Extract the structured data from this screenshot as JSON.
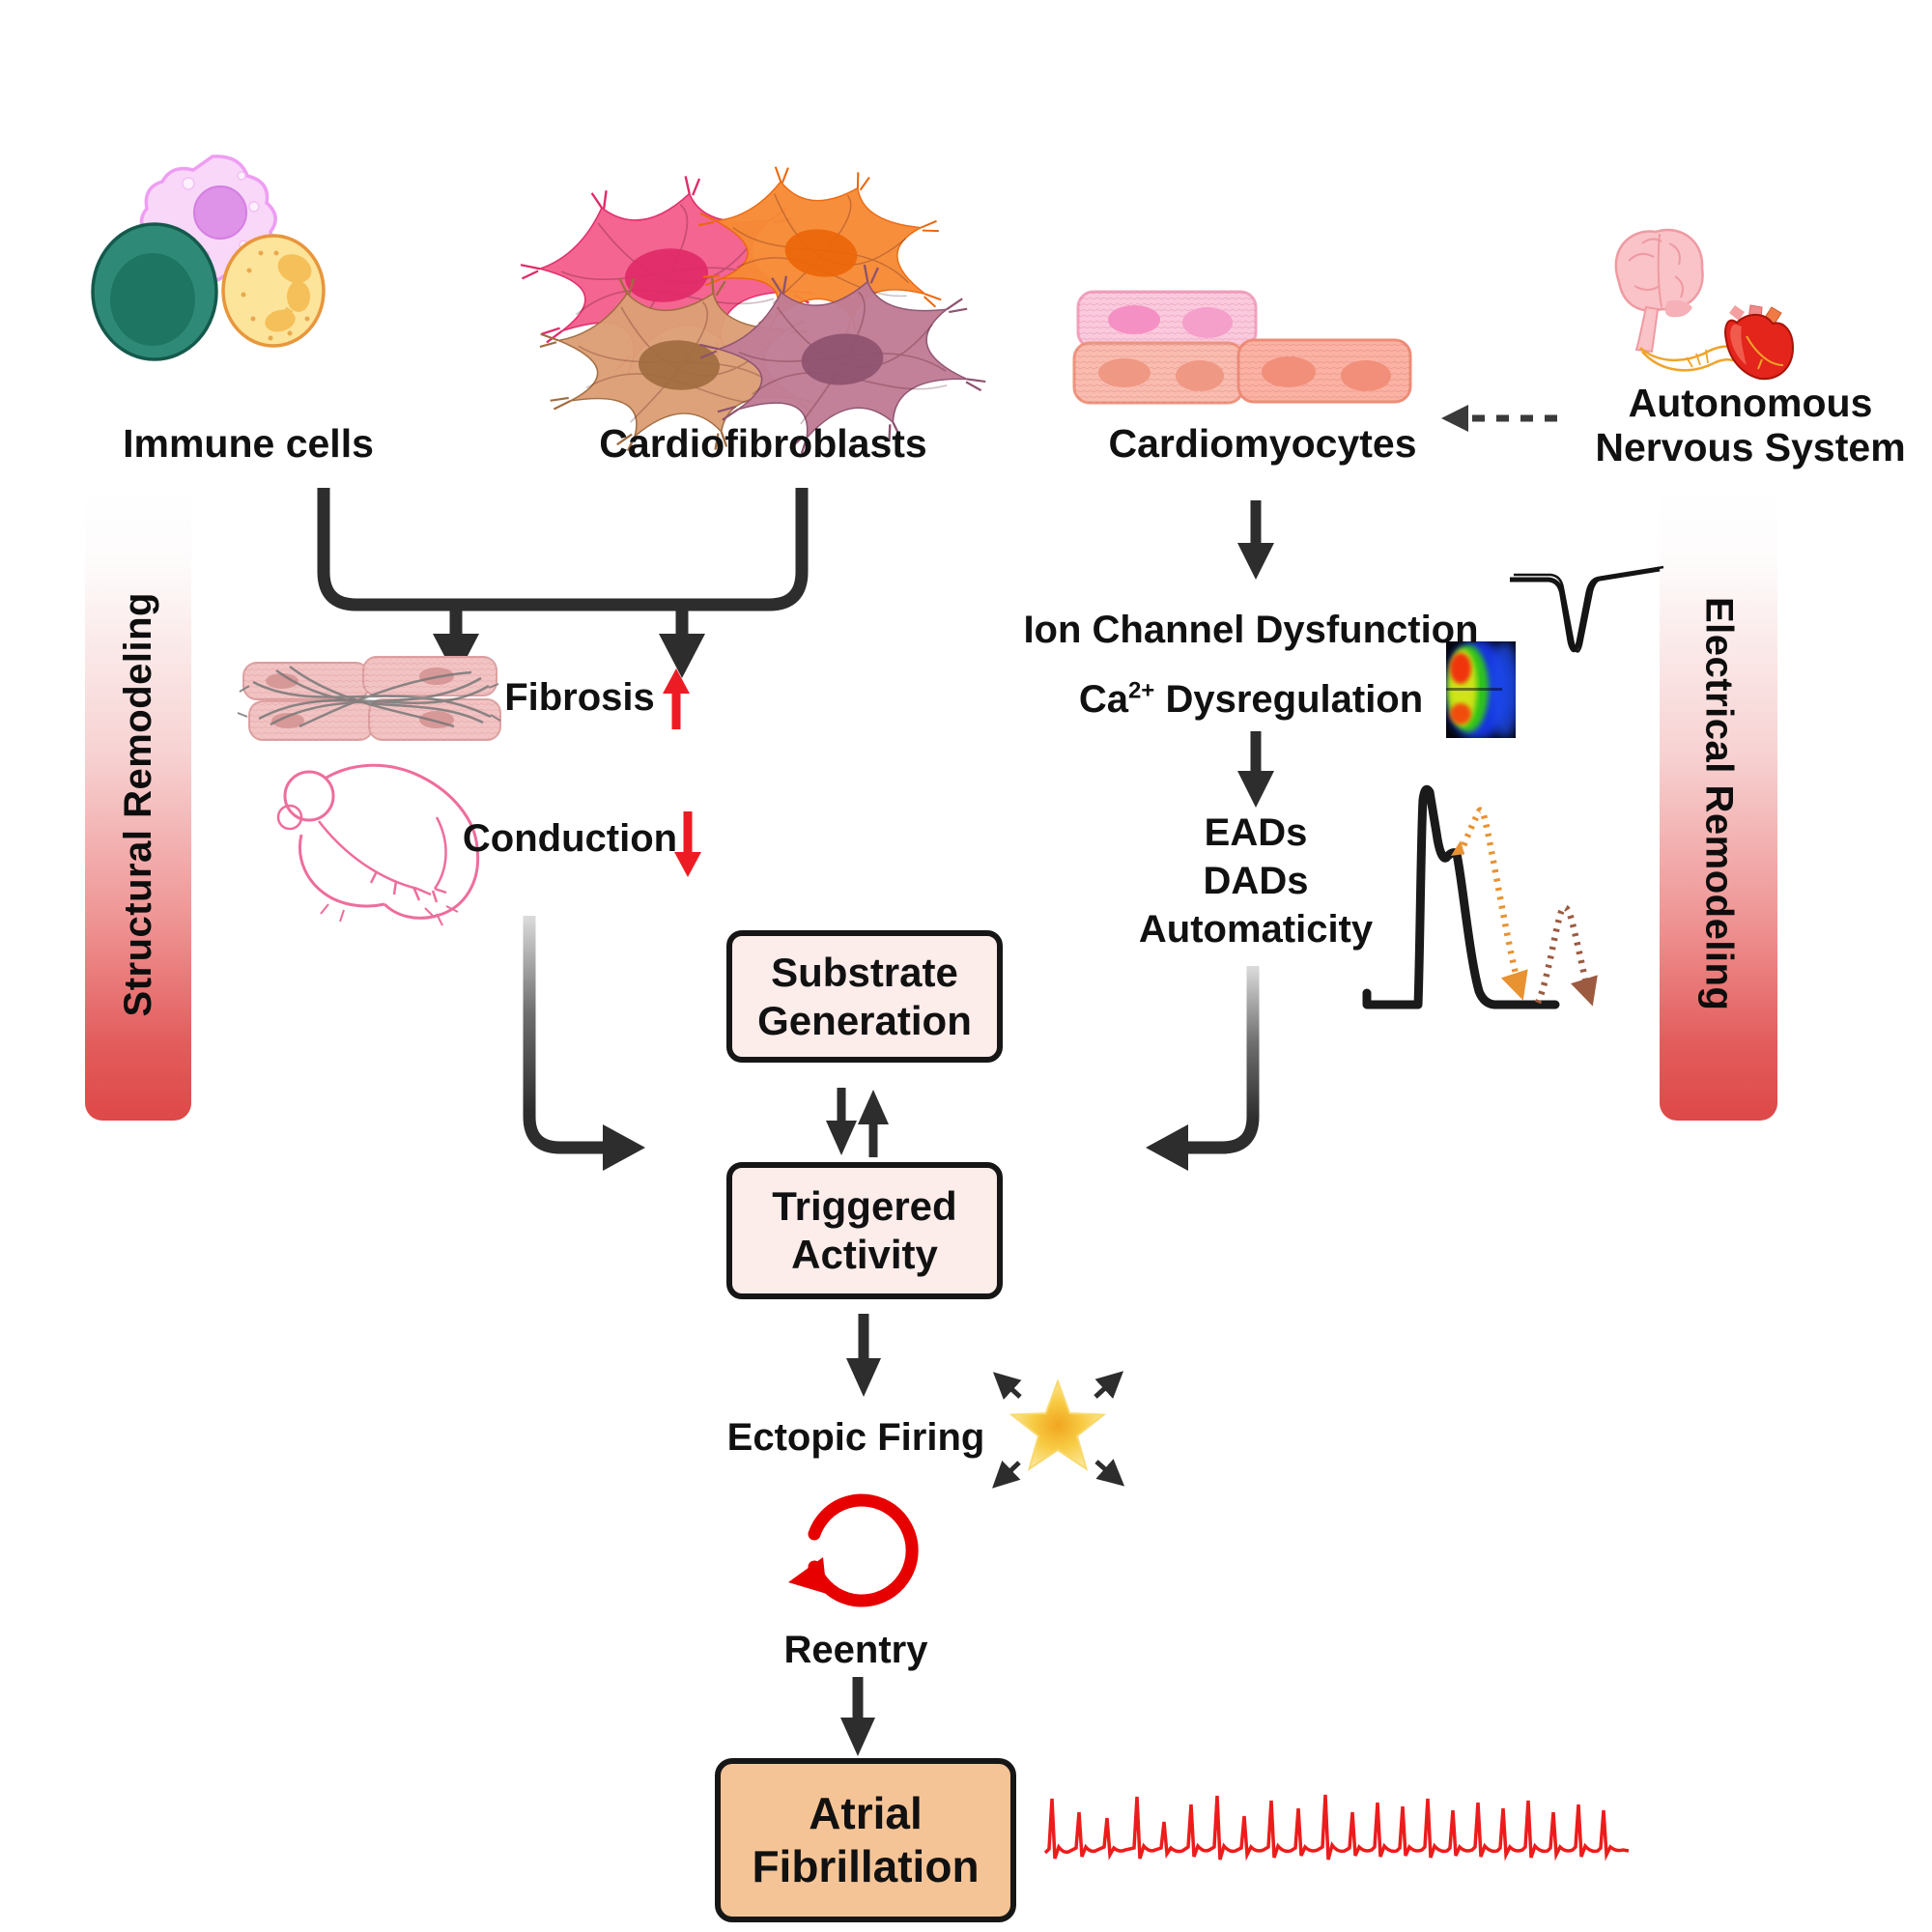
{
  "title": "Atrial fibrillation mechanisms diagram",
  "top_row": {
    "immune_cells_label": "Immune cells",
    "cardiofibroblasts_label": "Cardiofibroblasts",
    "cardiomyocytes_label": "Cardiomyocytes",
    "ans_label_line1": "Autonomous",
    "ans_label_line2": "Nervous System"
  },
  "side_bars": {
    "left_label": "Structural Remodeling",
    "right_label": "Electrical Remodeling"
  },
  "structural_pathway": {
    "fibrosis_label": "Fibrosis",
    "fibrosis_direction": "increase",
    "conduction_label": "Conduction",
    "conduction_direction": "decrease"
  },
  "electrical_pathway": {
    "ion_channel_label": "Ion Channel Dysfunction",
    "ca_prefix": "Ca",
    "ca_sup": "2+",
    "ca_rest": " Dysregulation",
    "ead_label": "EADs",
    "dad_label": "DADs",
    "automaticity_label": "Automaticity"
  },
  "central_flow": {
    "substrate_line1": "Substrate",
    "substrate_line2": "Generation",
    "triggered_line1": "Triggered",
    "triggered_line2": "Activity",
    "ectopic_label": "Ectopic Firing",
    "reentry_label": "Reentry",
    "af_line1": "Atrial",
    "af_line2": "Fibrillation"
  },
  "colors": {
    "accent_red": "#ed1c24",
    "remodeling_bar_red": "#de4848",
    "node_fill": "#fcecea",
    "af_fill": "#f5c496",
    "reentry_red": "#e60000",
    "ecg_red": "#ed1c1c",
    "arrow_dark": "#2d2d2d",
    "ead_orange": "#e89232",
    "dad_brown": "#9c5b40",
    "star_yellow": "#f6c437",
    "text": "#111111"
  },
  "icons": [
    "macrophage-icon",
    "lymphocyte-icon",
    "neutrophil-icon",
    "cardiofibroblast-cells-icon",
    "cardiomyocyte-cells-icon",
    "brain-icon",
    "heart-icon",
    "vagus-nerve-icon",
    "fibrosis-tissue-icon",
    "conduction-heart-sketch-icon",
    "ion-current-trace-icon",
    "calcium-heatmap-icon",
    "action-potential-trace-icon",
    "ead-trace-icon",
    "dad-trace-icon",
    "ectopic-star-icon",
    "reentry-loop-icon",
    "ecg-trace-icon",
    "fibrosis-up-arrow-icon",
    "conduction-down-arrow-icon",
    "dashed-arrow-icon",
    "merge-bracket-icon"
  ]
}
